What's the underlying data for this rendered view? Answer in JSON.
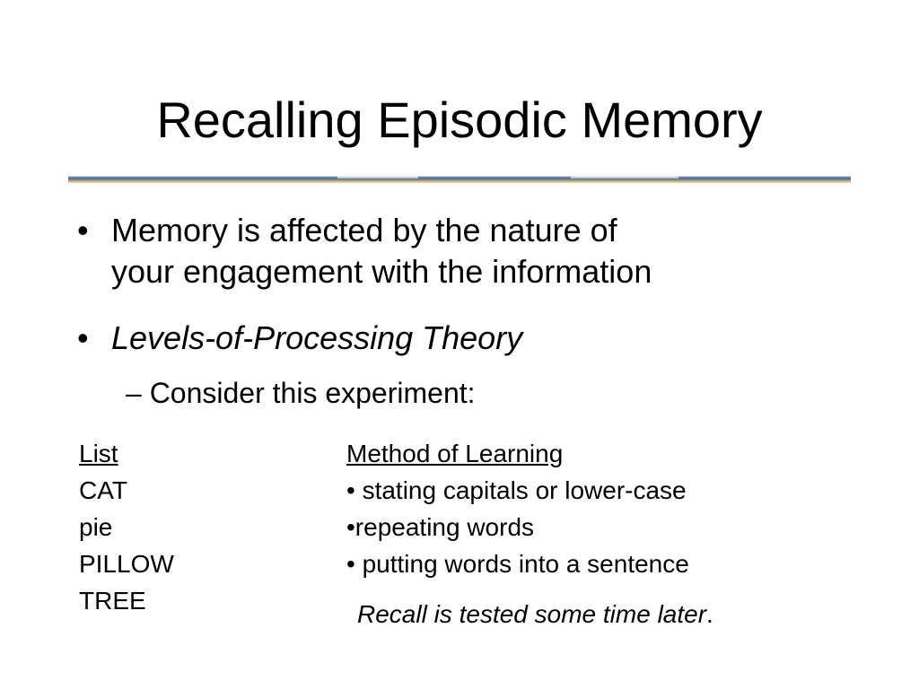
{
  "slide": {
    "title": "Recalling Episodic Memory",
    "bullets": [
      {
        "marker": "•",
        "lines": [
          "Memory is affected by the nature of",
          "your engagement with the information"
        ]
      },
      {
        "marker": "•",
        "text": "Levels-of-Processing Theory"
      }
    ],
    "sub_bullet": "– Consider this experiment:",
    "list_column": {
      "heading": "List",
      "items": [
        "CAT",
        "pie",
        "PILLOW",
        "TREE"
      ]
    },
    "method_column": {
      "heading": "Method of Learning",
      "items": [
        "• stating capitals or lower-case",
        "•repeating words",
        "• putting words into a sentence"
      ]
    },
    "recall_note": "Recall is tested some time later",
    "recall_period": "."
  },
  "colors": {
    "background": "#ffffff",
    "text": "#000000",
    "rule_blue": "#4f719c",
    "rule_tan": "#a99a6f"
  }
}
